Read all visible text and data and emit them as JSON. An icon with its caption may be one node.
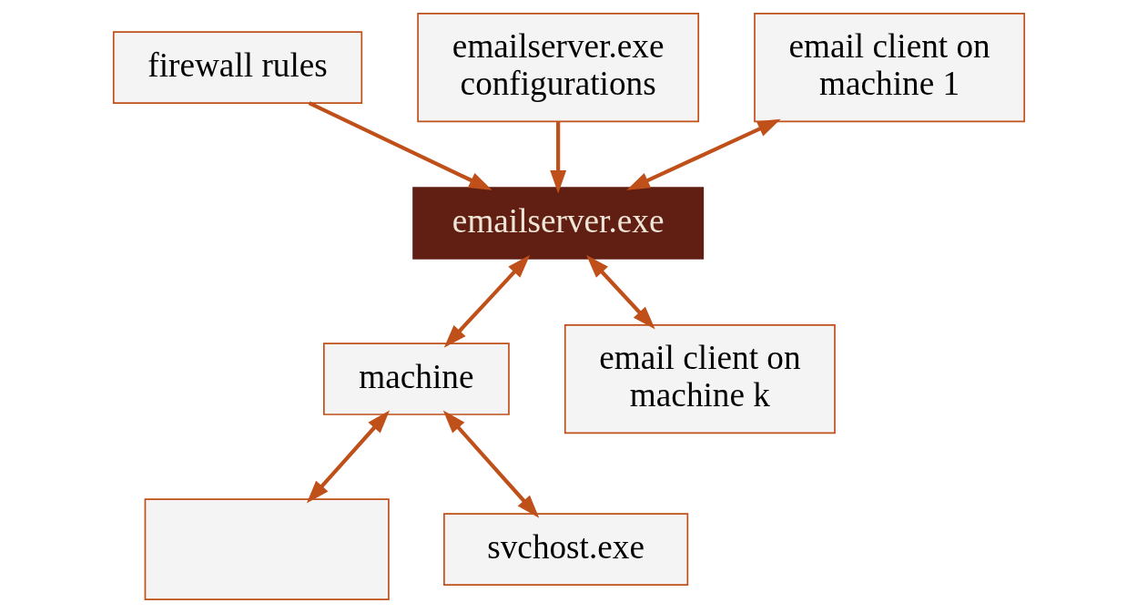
{
  "diagram": {
    "nodes": [
      {
        "text": [
          "firewall rules"
        ]
      },
      {
        "text": [
          "emailserver.exe configurations"
        ]
      },
      {
        "text": [
          "email client on machine 1"
        ]
      },
      {
        "text": [
          "emailserver.exe"
        ]
      },
      {
        "text": [
          "email client on machine k"
        ]
      },
      {
        "text": [
          "machine"
        ]
      },
      {
        "text": [],
        "shape": "box"
      },
      {
        "text": [
          "svchost.exe"
        ]
      }
    ],
    "edges": [
      {
        "from": 0,
        "to": 3,
        "arrow": "to"
      },
      {
        "from": 1,
        "to": 3,
        "arrow": "to"
      },
      {
        "from": 3,
        "to": 2,
        "arrow": "both"
      },
      {
        "from": 3,
        "to": 4,
        "arrow": "both"
      },
      {
        "from": 3,
        "to": 5,
        "arrow": "both"
      },
      {
        "from": 5,
        "to": 6,
        "arrow": "both"
      },
      {
        "from": 5,
        "to": 7,
        "arrow": "both"
      }
    ]
  }
}
